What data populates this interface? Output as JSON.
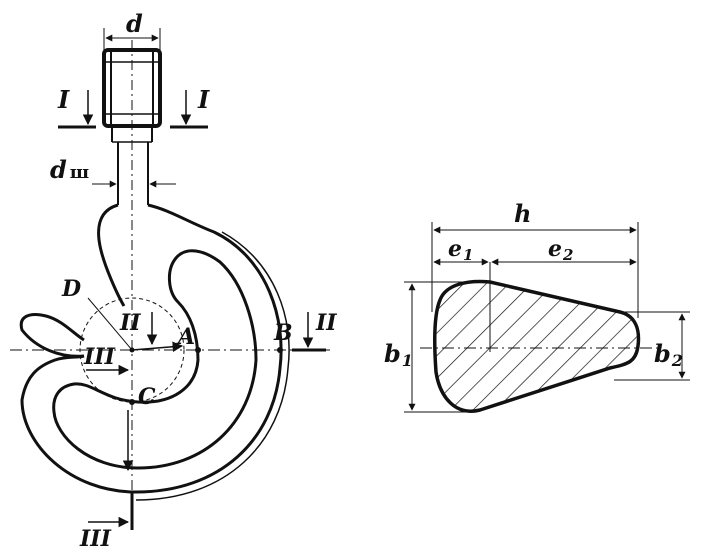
{
  "labels": {
    "d": "d",
    "d_shank": "d",
    "d_shank_sub": "ш",
    "section_I_left": "I",
    "section_I_right": "I",
    "section_II_left": "II",
    "section_II_right": "II",
    "section_III_mid": "III",
    "section_III_bottom": "III",
    "point_A": "A",
    "point_B": "B",
    "point_C": "C",
    "point_D": "D",
    "h": "h",
    "e1": "e",
    "e1_sub": "1",
    "e2": "e",
    "e2_sub": "2",
    "b1": "b",
    "b1_sub": "1",
    "b2": "b",
    "b2_sub": "2"
  },
  "colors": {
    "ink": "#111111",
    "paper": "#ffffff"
  }
}
